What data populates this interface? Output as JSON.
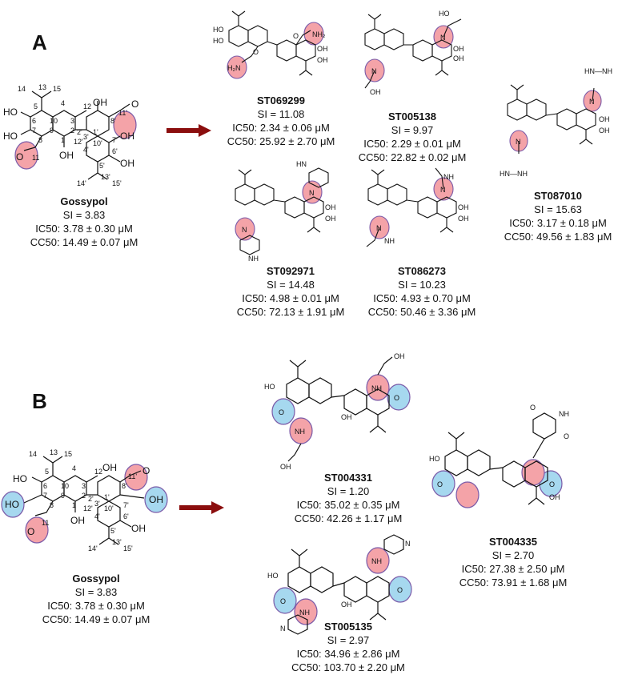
{
  "panels": [
    {
      "letter": "A",
      "parent": {
        "name": "Gossypol",
        "si": "SI = 3.83",
        "ic50": "IC50: 3.78 ± 0.30 μM",
        "cc50": "CC50: 14.49 ± 0.07 μM",
        "atom_labels": [
          "14",
          "13",
          "15",
          "5",
          "4",
          "12",
          "6",
          "10",
          "3",
          "HO",
          "HO",
          "7",
          "9",
          "2",
          "8",
          "1",
          "11",
          "OH",
          "12'",
          "1'",
          "10'",
          "8'",
          "11'",
          "7'",
          "OH",
          "OH",
          "6'",
          "4'",
          "3'",
          "2'",
          "5'",
          "13'",
          "14'",
          "15'",
          "O",
          "O",
          "OH",
          "OH"
        ]
      },
      "compounds": [
        {
          "name": "ST069299",
          "si": "SI = 11.08",
          "ic50": "IC50: 2.34 ± 0.06 μM",
          "cc50": "CC50: 25.92 ± 2.70 μM",
          "groups": [
            "NH2",
            "H2N",
            "O",
            "O"
          ]
        },
        {
          "name": "ST005138",
          "si": "SI = 9.97",
          "ic50": "IC50: 2.29 ± 0.01 μM",
          "cc50": "CC50: 22.82 ± 0.02 μM",
          "groups": [
            "HO",
            "N",
            "N",
            "OH"
          ]
        },
        {
          "name": "ST087010",
          "si": "SI = 15.63",
          "ic50": "IC50: 3.17 ± 0.18 μM",
          "cc50": "CC50: 49.56 ± 1.83 μM",
          "groups": [
            "HN—NH",
            "N",
            "N",
            "HN—NH"
          ]
        },
        {
          "name": "ST092971",
          "si": "SI = 14.48",
          "ic50": "IC50: 4.98 ± 0.01 μM",
          "cc50": "CC50: 72.13 ± 1.91 μM",
          "groups": [
            "N",
            "N",
            "HN",
            "NH"
          ]
        },
        {
          "name": "ST086273",
          "si": "SI = 10.23",
          "ic50": "IC50: 4.93 ± 0.70 μM",
          "cc50": "CC50: 50.46 ± 3.36 μM",
          "groups": [
            "NH",
            "N",
            "N",
            "NH"
          ]
        }
      ]
    },
    {
      "letter": "B",
      "parent": {
        "name": "Gossypol",
        "si": "SI = 3.83",
        "ic50": "IC50: 3.78 ± 0.30 μM",
        "cc50": "CC50: 14.49 ± 0.07 μM"
      },
      "compounds": [
        {
          "name": "ST004331",
          "si": "SI = 1.20",
          "ic50": "IC50: 35.02 ± 0.35 μM",
          "cc50": "CC50: 42.26 ± 1.17 μM",
          "groups": [
            "OH",
            "NH",
            "O",
            "O",
            "NH",
            "OH"
          ]
        },
        {
          "name": "ST004335",
          "si": "SI = 2.70",
          "ic50": "IC50: 27.38 ± 2.50 μM",
          "cc50": "CC50: 73.91 ± 1.68 μM",
          "groups": [
            "NH",
            "O",
            "O",
            "O",
            "O"
          ]
        },
        {
          "name": "ST005135",
          "si": "SI = 2.97",
          "ic50": "IC50: 34.96 ± 2.86 μM",
          "cc50": "CC50: 103.70 ± 2.20 μM",
          "groups": [
            "N",
            "NH",
            "O",
            "O",
            "NH",
            "N"
          ]
        }
      ]
    }
  ],
  "colors": {
    "highlight_red": "#f4a3a8",
    "highlight_blue": "#a6d8ef",
    "circle_edge": "#7a5aa8",
    "arrow": "#8b0e0e",
    "bond": "#111111"
  }
}
